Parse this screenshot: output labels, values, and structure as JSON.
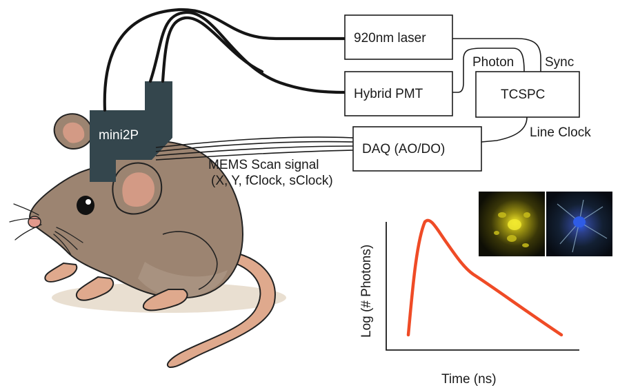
{
  "headstage": {
    "label": "mini2P",
    "color": "#34464d"
  },
  "boxes": {
    "laser": "920nm laser",
    "pmt": "Hybrid PMT",
    "tcspc": "TCSPC",
    "daq": "DAQ (AO/DO)"
  },
  "connections": {
    "photon": "Photon",
    "sync": "Sync",
    "line_clock": "Line Clock",
    "mems_line1": "MEMS Scan signal",
    "mems_line2": "(X, Y, fClock, sClock)"
  },
  "mouse": {
    "body_color": "#9c8471",
    "ear_color": "#d39a85",
    "paw_color": "#dfa98d"
  },
  "decay_plot": {
    "ylabel": "Log (# Photons)",
    "xlabel": "Time (ns)",
    "curve_color": "#ef4b26",
    "images": [
      {
        "name": "yellow-fluorescence-image",
        "tint": "#e6d21a"
      },
      {
        "name": "blue-lifetime-image",
        "tint": "#3a5fd8"
      }
    ]
  }
}
